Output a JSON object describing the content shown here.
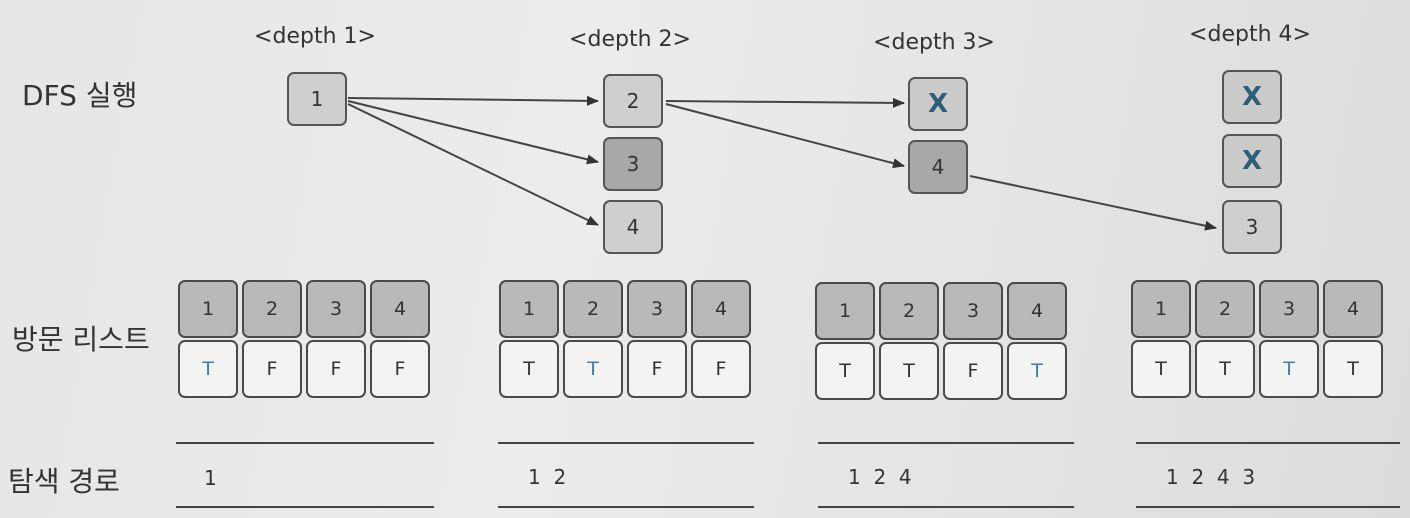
{
  "row_labels": {
    "dfs": "DFS 실행",
    "visit": "방문 리스트",
    "path": "탐색 경로"
  },
  "depths": [
    {
      "title": "<depth 1>",
      "nodes": [
        {
          "label": "1",
          "style": "light"
        }
      ],
      "visit_keys": [
        "1",
        "2",
        "3",
        "4"
      ],
      "visit_vals": [
        "T",
        "F",
        "F",
        "F"
      ],
      "new_index": 0,
      "path": "1"
    },
    {
      "title": "<depth 2>",
      "nodes": [
        {
          "label": "2",
          "style": "light"
        },
        {
          "label": "3",
          "style": "dark"
        },
        {
          "label": "4",
          "style": "light"
        }
      ],
      "visit_keys": [
        "1",
        "2",
        "3",
        "4"
      ],
      "visit_vals": [
        "T",
        "T",
        "F",
        "F"
      ],
      "new_index": 1,
      "path": "1  2"
    },
    {
      "title": "<depth 3>",
      "nodes": [
        {
          "label": "X",
          "style": "crossed"
        },
        {
          "label": "4",
          "style": "dark"
        }
      ],
      "visit_keys": [
        "1",
        "2",
        "3",
        "4"
      ],
      "visit_vals": [
        "T",
        "T",
        "F",
        "T"
      ],
      "new_index": 3,
      "path": "1  2  4"
    },
    {
      "title": "<depth 4>",
      "nodes": [
        {
          "label": "X",
          "style": "crossed"
        },
        {
          "label": "X",
          "style": "crossed"
        },
        {
          "label": "3",
          "style": "light"
        }
      ],
      "visit_keys": [
        "1",
        "2",
        "3",
        "4"
      ],
      "visit_vals": [
        "T",
        "T",
        "T",
        "T"
      ],
      "new_index": 2,
      "path": "1  2  4  3"
    }
  ],
  "colors": {
    "new_visit": "#3b7db0",
    "cross": "#2e5f7a"
  }
}
